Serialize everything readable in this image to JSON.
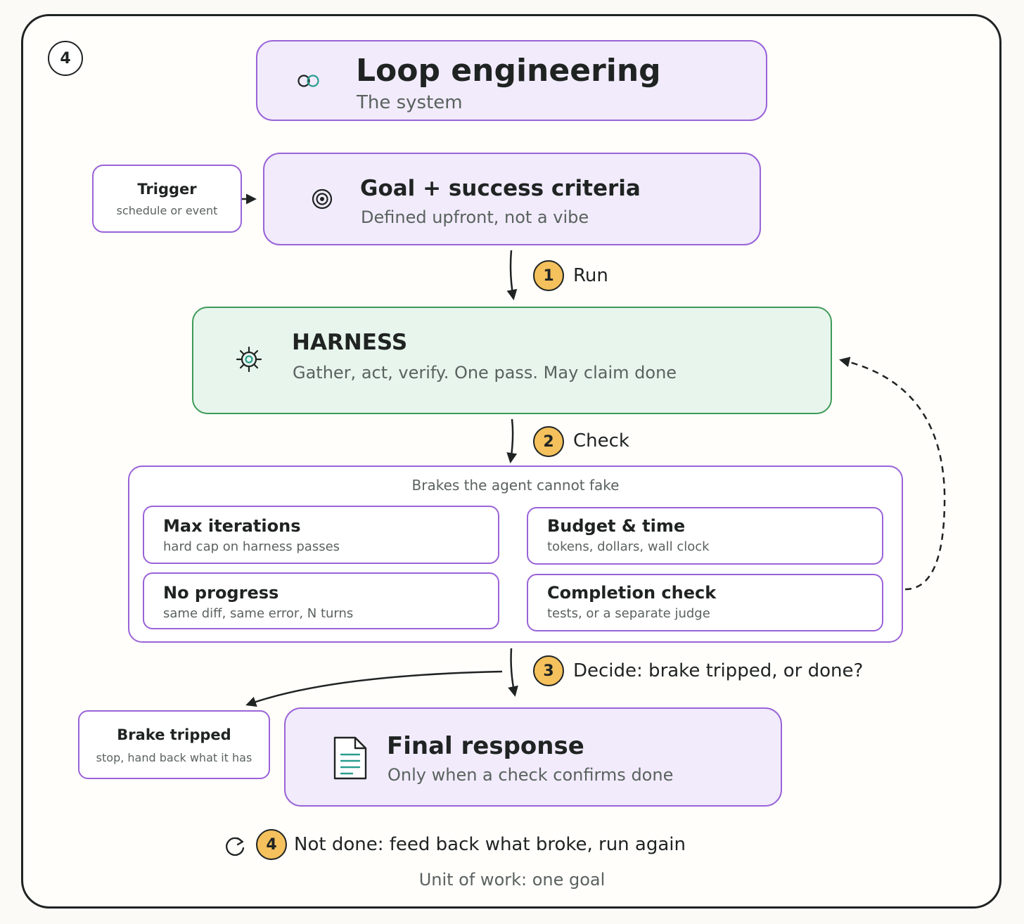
{
  "corner_badge": "4",
  "header": {
    "title": "Loop engineering",
    "subtitle": "The system",
    "icon": "infinity-circles-icon"
  },
  "trigger": {
    "title": "Trigger",
    "subtitle": "schedule or event"
  },
  "goal": {
    "title": "Goal + success criteria",
    "subtitle": "Defined upfront, not a vibe",
    "icon": "target-icon"
  },
  "steps": [
    {
      "number": "1",
      "label": "Run"
    },
    {
      "number": "2",
      "label": "Check"
    },
    {
      "number": "3",
      "label": "Decide: brake tripped, or done?"
    },
    {
      "number": "4",
      "label": "Not done: feed back what broke, run again"
    }
  ],
  "harness": {
    "title": "HARNESS",
    "subtitle": "Gather, act, verify. One pass. May claim done",
    "icon": "gear-icon"
  },
  "brakes": {
    "title": "Brakes the agent cannot fake",
    "items": [
      {
        "title": "Max iterations",
        "subtitle": "hard cap on harness passes"
      },
      {
        "title": "Budget & time",
        "subtitle": "tokens, dollars, wall clock"
      },
      {
        "title": "No progress",
        "subtitle": "same diff, same error, N turns"
      },
      {
        "title": "Completion check",
        "subtitle": "tests, or a separate judge"
      }
    ]
  },
  "brake_tripped": {
    "title": "Brake tripped",
    "subtitle": "stop, hand back what it has"
  },
  "final": {
    "title": "Final response",
    "subtitle": "Only when a check confirms done",
    "icon": "document-icon"
  },
  "footer": {
    "text": "Unit of work: one goal",
    "icon": "refresh-icon"
  },
  "colors": {
    "purple_border": "#9a63d8",
    "purple_fill": "#f1ebfb",
    "green_border": "#3e9b58",
    "green_fill": "#e8f5ec",
    "badge": "#f4c15d",
    "teal": "#2a9d8f"
  }
}
